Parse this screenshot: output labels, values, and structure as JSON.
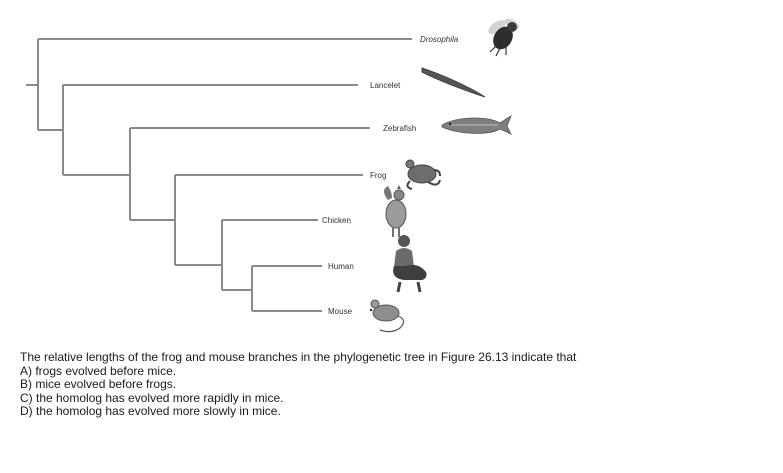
{
  "tree": {
    "taxa": [
      {
        "label": "Drosophila",
        "italic": true,
        "icon": "fly-icon"
      },
      {
        "label": "Lancelet",
        "italic": false,
        "icon": "lancelet-icon"
      },
      {
        "label": "Zebrafish",
        "italic": false,
        "icon": "fish-icon"
      },
      {
        "label": "Frog",
        "italic": false,
        "icon": "frog-icon"
      },
      {
        "label": "Chicken",
        "italic": false,
        "icon": "chicken-icon"
      },
      {
        "label": "Human",
        "italic": false,
        "icon": "human-icon"
      },
      {
        "label": "Mouse",
        "italic": false,
        "icon": "mouse-icon"
      }
    ],
    "line_color": "#8a8a8a"
  },
  "question": {
    "stem": "The relative lengths of the frog and mouse branches in the phylogenetic tree in Figure 26.13 indicate that",
    "options": [
      "A) frogs evolved before mice.",
      "B) mice evolved before frogs.",
      "C) the homolog has evolved more rapidly in mice.",
      "D) the homolog has evolved more slowly in mice."
    ]
  }
}
